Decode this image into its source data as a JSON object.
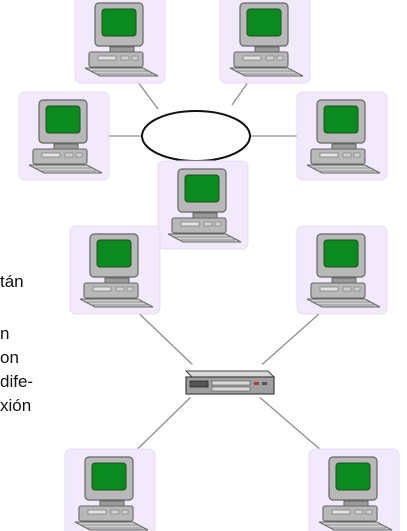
{
  "text_fragments": [
    "tán",
    "n",
    "on",
    "dife-",
    "xión"
  ],
  "colors": {
    "screen": "#0b8a1f",
    "case": "#b8b8b8",
    "line": "#8e8e8e",
    "halo": "#f2e9fb",
    "shadow": "#666666"
  },
  "top_network": {
    "hub_shape": "ellipse",
    "nodes": [
      "computer",
      "computer",
      "computer",
      "computer",
      "computer"
    ]
  },
  "bottom_network": {
    "hub_shape": "switch",
    "nodes": [
      "computer",
      "computer",
      "computer",
      "computer"
    ]
  }
}
